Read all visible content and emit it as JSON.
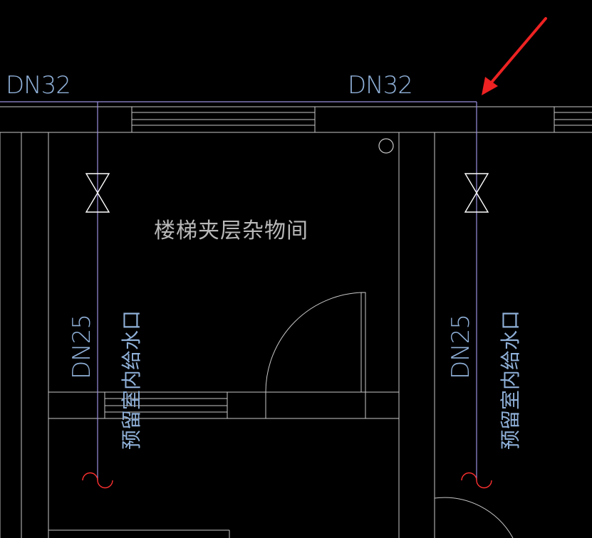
{
  "drawing": {
    "pipe_labels": {
      "main_left": "DN32",
      "main_right": "DN32",
      "branch_left": "DN25",
      "branch_right": "DN25"
    },
    "room_name": "楼梯夹层杂物间",
    "reserve_left": "预留室内给水口",
    "reserve_right": "预留室内给水口",
    "colors": {
      "background": "#000000",
      "wall": "#c8c8c8",
      "pipe": "#9a90e0",
      "text_blue": "#8fb0d8",
      "text_gray": "#b8b8b8",
      "valve": "#ffffff",
      "cap": "#ff3030",
      "arrow": "#ee2222"
    },
    "icons": {
      "valve": "gate-valve-icon",
      "cap": "pipe-cap-icon",
      "arrow": "pointer-arrow-icon",
      "floor_drain": "floor-drain-icon"
    }
  }
}
